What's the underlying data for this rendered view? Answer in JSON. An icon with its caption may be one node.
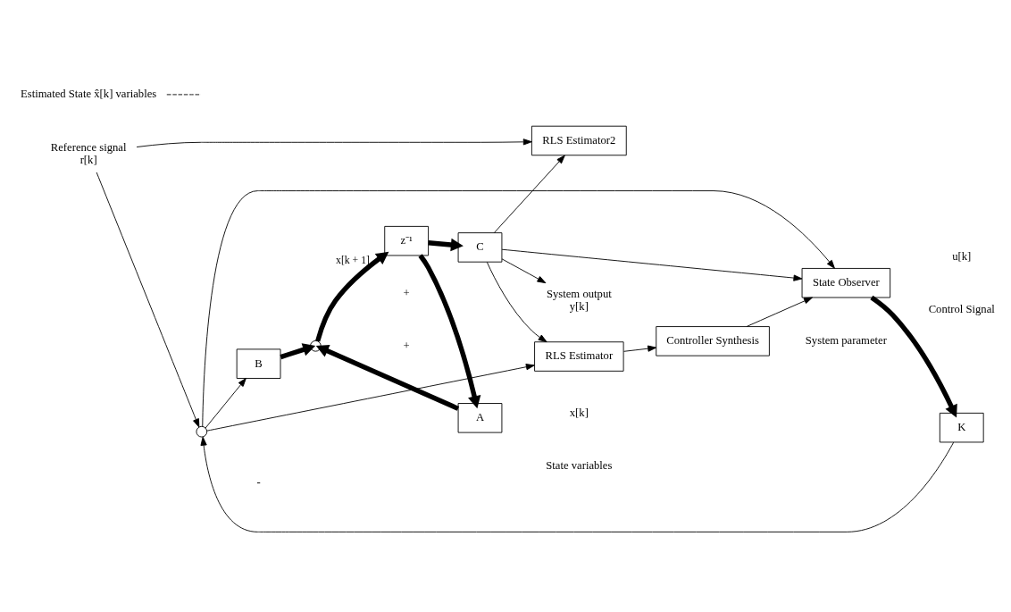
{
  "diagram": {
    "nodes": [
      {
        "text": [
          "RLS Estimator2"
        ]
      },
      {
        "text": [
          "Reference signal",
          "r[k]"
        ]
      },
      {
        "text": [],
        "shape": "circle"
      },
      {
        "text": [
          "B"
        ]
      },
      {
        "text": [],
        "shape": "circle"
      },
      {
        "text": [
          "z⁻¹"
        ]
      },
      {
        "text": [
          "C"
        ]
      },
      {
        "text": [
          "System output",
          "y[k]"
        ]
      },
      {
        "text": [
          "A"
        ]
      },
      {
        "text": [
          "K"
        ]
      },
      {
        "text": [
          "Estimated State x̂[k] variables"
        ]
      },
      {
        "text": [
          "State Observer"
        ]
      },
      {
        "text": [
          "Controller Synthesis"
        ]
      },
      {
        "text": [
          "RLS Estimator"
        ]
      }
    ],
    "edges": [
      {
        "from": 1,
        "to": 2,
        "arrow": "to"
      },
      {
        "from": 1,
        "to": 0,
        "arrow": "to"
      },
      {
        "from": 6,
        "to": 0,
        "arrow": "to"
      },
      {
        "from": 2,
        "to": 3,
        "arrow": "to"
      },
      {
        "from": 3,
        "to": 4,
        "arrow": "to",
        "style": "thick"
      },
      {
        "from": 4,
        "to": 5,
        "arrow": "to",
        "style": "thick",
        "label": "x[k + 1]"
      },
      {
        "from": 5,
        "to": 6,
        "arrow": "to",
        "style": "thick"
      },
      {
        "from": 5,
        "to": 8,
        "arrow": "to",
        "style": "thick"
      },
      {
        "from": 8,
        "to": 4,
        "arrow": "to",
        "style": "thick"
      },
      {
        "from": 6,
        "to": 7,
        "arrow": "to"
      },
      {
        "from": 9,
        "to": 2,
        "arrow": "to"
      },
      {
        "from": 11,
        "to": 9,
        "arrow": "to",
        "style": "thick"
      },
      {
        "from": 2,
        "to": 11,
        "arrow": "to"
      },
      {
        "from": 2,
        "to": 13,
        "arrow": "to"
      },
      {
        "from": 6,
        "to": 11,
        "arrow": "to"
      },
      {
        "from": 6,
        "to": 13,
        "arrow": "to"
      },
      {
        "from": 13,
        "to": 12,
        "arrow": "to"
      },
      {
        "from": 12,
        "to": 11,
        "arrow": "to"
      },
      {
        "from": 10,
        "to": null,
        "arrow": "none",
        "style": "dashed"
      }
    ],
    "labels": [
      "-",
      "+",
      "+",
      "x[k]",
      "State variables",
      "u[k]",
      "Control Signal",
      "System parameter"
    ]
  }
}
